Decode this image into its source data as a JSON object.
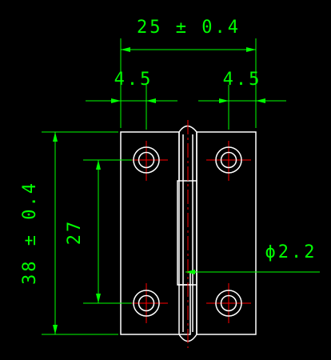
{
  "dimensions": {
    "overall_width": "25 ± 0.4",
    "overall_height": "38 ± 0.4",
    "left_hole_offset": "4.5",
    "right_hole_offset": "4.5",
    "hole_spacing": "27",
    "hole_diameter": "ϕ2.2"
  },
  "colors": {
    "background": "#000000",
    "outline": "#ffffff",
    "dimension": "#00ff00",
    "centerline": "#ff0000",
    "arrow": "#00ff00"
  }
}
